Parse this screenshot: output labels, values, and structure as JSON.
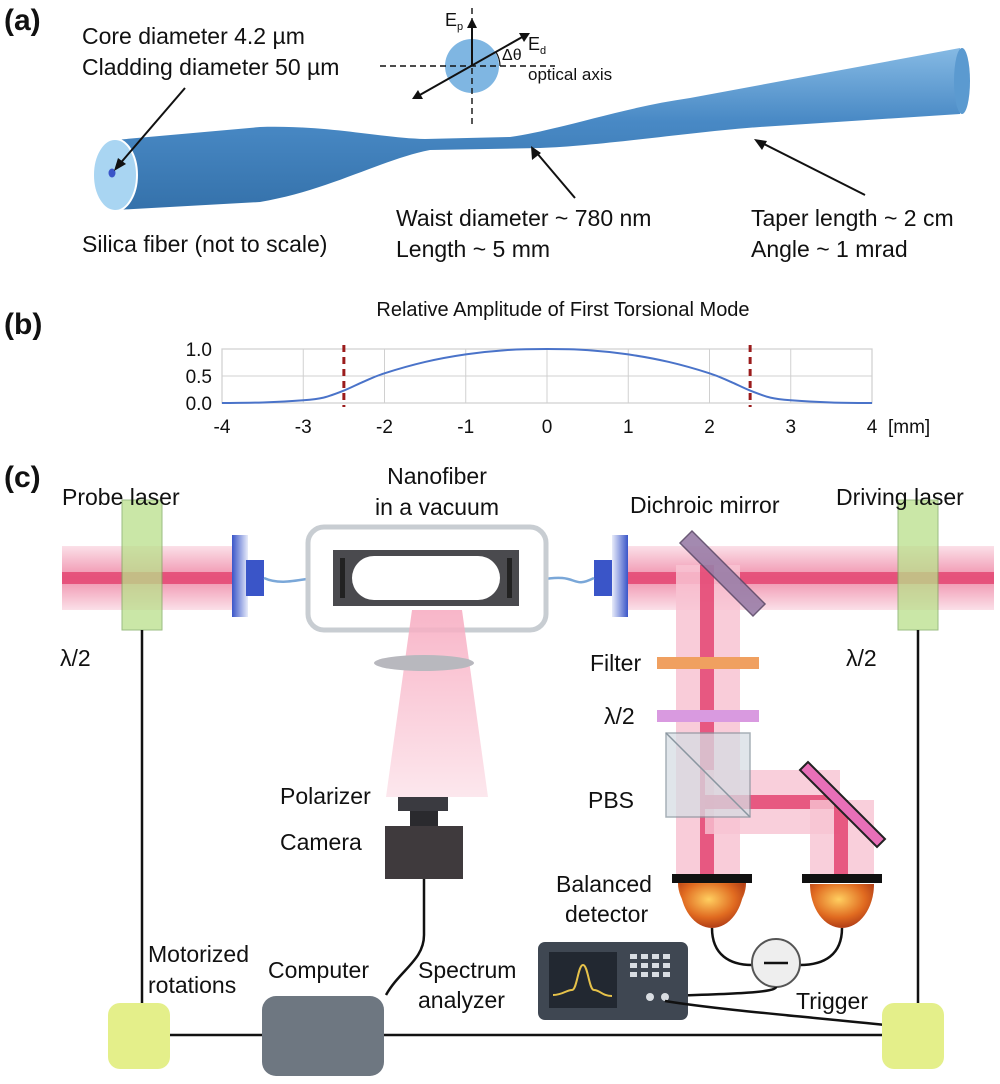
{
  "panels": {
    "a": "(a)",
    "b": "(b)",
    "c": "(c)"
  },
  "panel_a": {
    "core": "Core diameter 4.2 µm",
    "cladding": "Cladding diameter 50 µm",
    "fiber": "Silica fiber (not to scale)",
    "waist_1": "Waist diameter ~ 780 nm",
    "waist_2": "Length ~ 5 mm",
    "taper_1": "Taper length ~ 2 cm",
    "taper_2": "Angle ~ 1 mrad",
    "ep": "E",
    "ep_sub": "p",
    "ed": "E",
    "ed_sub": "d",
    "dtheta": "Δθ",
    "optical_axis": "optical axis"
  },
  "chart_data": {
    "type": "line",
    "title": "Relative Amplitude of First Torsional Mode",
    "xlabel": "[mm]",
    "ylabel": "",
    "xlim": [
      -4,
      4
    ],
    "ylim": [
      0,
      1
    ],
    "x_ticks": [
      "-4",
      "-3",
      "-2",
      "-1",
      "0",
      "1",
      "2",
      "3",
      "4"
    ],
    "y_ticks": [
      "0.0",
      "0.5",
      "1.0"
    ],
    "grid": true,
    "series": [
      {
        "x": [
          -4,
          -3.5,
          -3,
          -2.75,
          -2.5,
          -2.25,
          -2,
          -1.5,
          -1,
          -0.5,
          0,
          0.5,
          1,
          1.5,
          2,
          2.25,
          2.5,
          2.75,
          3,
          3.5,
          4
        ],
        "y": [
          0.0,
          0.01,
          0.05,
          0.1,
          0.23,
          0.4,
          0.55,
          0.76,
          0.9,
          0.98,
          1.0,
          0.98,
          0.9,
          0.76,
          0.55,
          0.4,
          0.23,
          0.1,
          0.05,
          0.01,
          0.0
        ],
        "color": "#4a73c9"
      }
    ],
    "markers": [
      {
        "x": -2.5,
        "style": "dashed",
        "color": "#9b1c1c"
      },
      {
        "x": 2.5,
        "style": "dashed",
        "color": "#9b1c1c"
      }
    ]
  },
  "panel_c": {
    "probe_laser": "Probe laser",
    "driving_laser": "Driving laser",
    "nanofiber_1": "Nanofiber",
    "nanofiber_2": "in a vacuum",
    "dichroic": "Dichroic mirror",
    "filter": "Filter",
    "lambda_left": "λ/2",
    "lambda_mid": "λ/2",
    "lambda_right": "λ/2",
    "pbs": "PBS",
    "polarizer": "Polarizer",
    "camera": "Camera",
    "balanced_1": "Balanced",
    "balanced_2": "detector",
    "motorized_1": "Motorized",
    "motorized_2": "rotations",
    "computer": "Computer",
    "spectrum_1": "Spectrum",
    "spectrum_2": "analyzer",
    "trigger": "Trigger"
  },
  "colors": {
    "fiber": "#3f83c2",
    "beam": "#e23b6a",
    "beam_glow": "#f6b3c6",
    "waveplate": "#b9e08a",
    "motor": "#e4ef8a",
    "filter": "#f0a060",
    "lambda_plate": "#d99ae0",
    "mount": "#3a55c8",
    "detector": "#c9441e"
  }
}
